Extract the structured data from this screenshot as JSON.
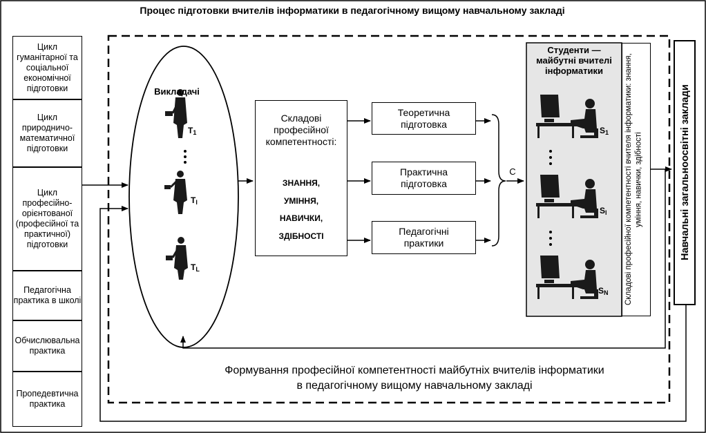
{
  "title": "Процес підготовки вчителів інформатики в педагогічному вищому навчальному закладі",
  "cycles": [
    "Цикл гуманітарної та соціальної економічної підготовки",
    "Цикл природничо-математичної підготовки",
    "Цикл професійно-орієнтованої (професійної та практичної) підготовки",
    "Педагогічна практика в школі",
    "Обчислювальна практика",
    "Пропедевтична практика"
  ],
  "teachers": {
    "heading": "Викладачі",
    "labels": [
      {
        "main": "T",
        "sub": "1"
      },
      {
        "main": "T",
        "sub": "l"
      },
      {
        "main": "T",
        "sub": "L"
      }
    ]
  },
  "components": {
    "heading": "Складові професійної компетентності:",
    "items": [
      "ЗНАННЯ,",
      "УМІННЯ,",
      "НАВИЧКИ,",
      "ЗДІБНОСТІ"
    ]
  },
  "training": [
    "Теоретична підготовка",
    "Практична підготовка",
    "Педагогічні практики"
  ],
  "combine_label": "С",
  "students": {
    "heading": "Студенти — майбутні вчителі інформатики",
    "labels": [
      {
        "main": "S",
        "sub": "1"
      },
      {
        "main": "S",
        "sub": "l"
      },
      {
        "main": "S",
        "sub": "N"
      }
    ]
  },
  "vertical_competence": "Складові професійної компетентності вчителя інформатики: знання, уміння, навички, здібності",
  "schools": "Навчальні загальноосвітні заклади",
  "bottom_caption": {
    "line1": "Формування професійної компетентності майбутніх вчителів інформатики",
    "line2": "в педагогічному вищому навчальному закладі"
  },
  "colors": {
    "student_panel": "#e6e6e6",
    "figure": "#1a1a1a"
  }
}
